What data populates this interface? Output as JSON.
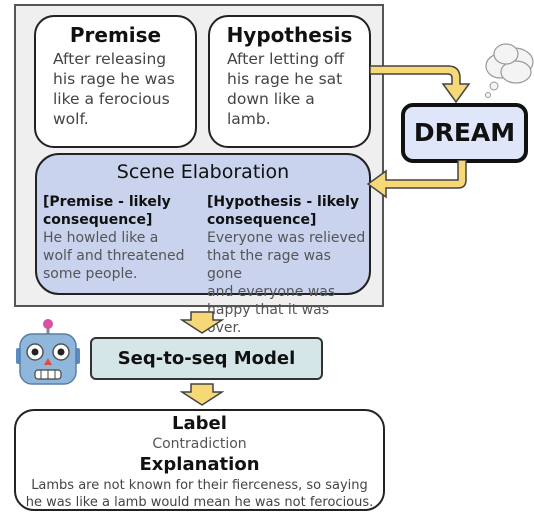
{
  "premise": {
    "title": "Premise",
    "lines": [
      "After releasing",
      "his rage he was",
      "like a ferocious",
      "wolf."
    ]
  },
  "hypothesis": {
    "title": "Hypothesis",
    "lines": [
      "After letting off",
      "his rage he sat",
      "down like a",
      "lamb."
    ]
  },
  "scene": {
    "title": "Scene Elaboration",
    "premise_head": [
      "[Premise - likely",
      "consequence]"
    ],
    "premise_lines": [
      "He howled like a",
      "wolf and threatened",
      "some people."
    ],
    "hypothesis_head": [
      "[Hypothesis - likely",
      "consequence]"
    ],
    "hypothesis_lines": [
      "Everyone was relieved",
      "that the rage was gone",
      "and everyone was",
      "happy that it was over."
    ]
  },
  "dream": {
    "label": "DREAM"
  },
  "model": {
    "label": "Seq-to-seq Model"
  },
  "output": {
    "label_title": "Label",
    "label_value": "Contradiction",
    "explanation_title": "Explanation",
    "explanation_lines": [
      "Lambs are not known for their fierceness, so saying",
      "he was like a lamb would mean he was not ferocious."
    ]
  },
  "colors": {
    "arrow": "#f7d877",
    "scene_bg": "#c9d3ee",
    "dream_bg": "#dfe6fa",
    "model_bg": "#d4e6e8"
  },
  "icons": [
    "thought-cloud-icon",
    "robot-icon"
  ]
}
